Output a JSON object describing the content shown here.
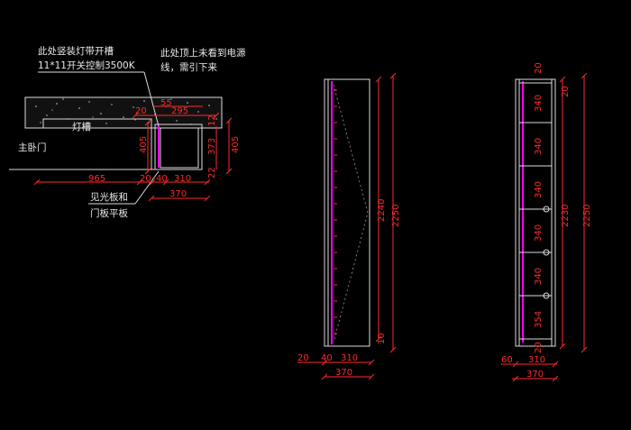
{
  "notes": {
    "vertical_strip": "此处竖装灯带开槽",
    "switch": "11*11开关控制3500K",
    "power_line1": "此处顶上未看到电源",
    "power_line2": "线，需引下来",
    "lamp_slot": "灯槽",
    "master_door": "主卧门",
    "visible_panel_1": "见光板和",
    "visible_panel_2": "门板平板"
  },
  "plan_dims": {
    "d55": "55",
    "d20": "20",
    "d295": "295",
    "d405a": "405",
    "d373": "373",
    "d405b": "405",
    "d12": "12",
    "d22": "22",
    "d965": "965",
    "d20b": "20",
    "d40": "40",
    "d310": "310",
    "d370": "370"
  },
  "side_elev": {
    "d2240": "2240",
    "d2250": "2250",
    "d10": "10",
    "d20": "20",
    "d40": "40",
    "d310": "310",
    "d370": "370"
  },
  "front_elev": {
    "d20top": "20",
    "d20b": "20",
    "s1": "340",
    "s2": "340",
    "s3": "340",
    "s4": "340",
    "s5": "340",
    "s6": "354",
    "d20bot": "20",
    "d2230": "2230",
    "d2250": "2250",
    "d60": "60",
    "d310": "310",
    "d370": "370"
  },
  "colors": {
    "background": "#000000",
    "line": "#dcdcdc",
    "dimension": "#ff2a2a",
    "led_strip": "#ff00ff"
  }
}
